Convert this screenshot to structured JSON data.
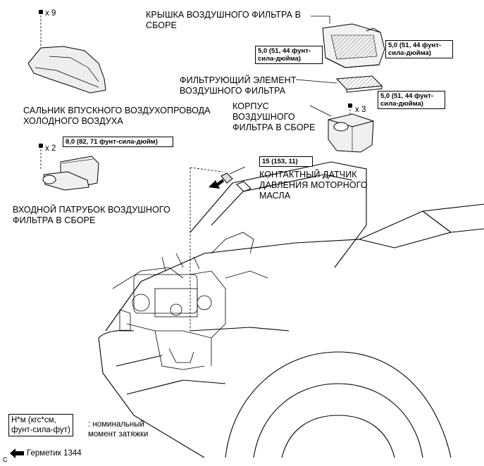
{
  "labels": {
    "air_cleaner_cap": "КРЫШКА ВОЗДУШНОГО ФИЛЬТРА В\nСБОРЕ",
    "cool_air_intake_duct_seal": "САЛЬНИК ВПУСКНОГО ВОЗДУХОПРОВОДА\nХОЛОДНОГО ВОЗДУХА",
    "filter_element": "ФИЛЬТРУЮЩИЙ ЭЛЕМЕНТ\nВОЗДУШНОГО ФИЛЬТРА",
    "air_cleaner_case": "КОРПУС\nВОЗДУШНОГО\nФИЛЬТРА В СБОРЕ",
    "oil_pressure_switch": "КОНТАКТНЫЙ ДАТЧИК\nДАВЛЕНИЯ МОТОРНОГО\nМАСЛА",
    "inlet_assembly": "ВХОДНОЙ ПАТРУБОК ВОЗДУШНОГО\nФИЛЬТРА В СБОРЕ"
  },
  "torques": {
    "cap_left": "5,0 (51, 44 фунт-\nсила-дюйма)",
    "cap_right": "5,0 (51, 44 фунт-\nсила-дюйма)",
    "case": "5,0 (51, 44 фунт-\nсила-дюйма)",
    "inlet": "8,0 (82, 71 фунт-сила-дюйм)",
    "oil_switch": "15 (153, 11)"
  },
  "quantities": {
    "seal_clips": "x 9",
    "inlet_bolts": "x 2",
    "case_bolts": "x 3"
  },
  "legend": {
    "unit_box": "Н*м (кгс*см,\nфунт-сила-фут)",
    "unit_desc": ": номинальный\nмомент затяжки",
    "sealant": "Герметик 1344",
    "corner_mark": "C"
  },
  "icons": [
    "bolt-icon",
    "sealant-arrow-icon"
  ],
  "colors": {
    "line": "#000000",
    "background": "#ffffff"
  }
}
